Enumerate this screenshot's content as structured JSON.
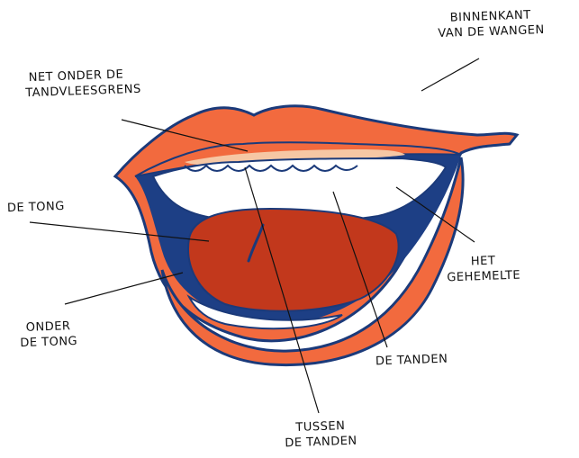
{
  "labels": {
    "inner_cheeks": [
      "BINNENKANT",
      "VAN DE WANGEN"
    ],
    "below_gumline": [
      "NET ONDER DE",
      "TANDVLEESGRENS"
    ],
    "tongue": [
      "DE TONG"
    ],
    "under_tongue": [
      "ONDER",
      "DE TONG"
    ],
    "palate": [
      "HET",
      "GEHEMELTE"
    ],
    "teeth": [
      "DE TANDEN"
    ],
    "between_teeth": [
      "TUSSEN",
      "DE TANDEN"
    ]
  },
  "colors": {
    "lips": "#f26a3e",
    "lip_outline": "#1b3a7a",
    "mouth_interior": "#1d3f85",
    "tongue": "#c2381c",
    "teeth": "#ffffff",
    "gums": "#f6c7a4",
    "ink": "#111111"
  }
}
